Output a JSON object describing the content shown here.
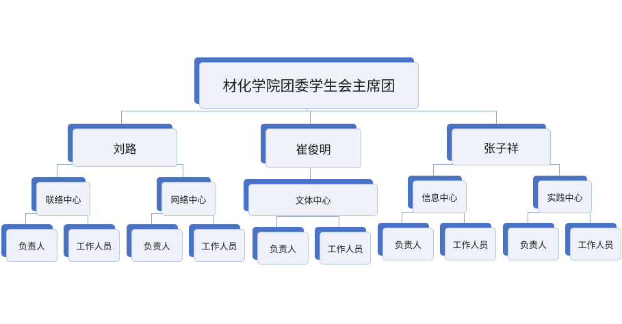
{
  "org": {
    "root": "材化学院团委学生会主席团",
    "members": [
      {
        "name": "刘路",
        "centers": [
          {
            "name": "联络中心",
            "roles": [
              "负责人",
              "工作人员"
            ]
          },
          {
            "name": "网络中心",
            "roles": [
              "负责人",
              "工作人员"
            ]
          }
        ]
      },
      {
        "name": "崔俊明",
        "centers": [
          {
            "name": "文体中心",
            "roles": [
              "负责人",
              "工作人员"
            ]
          }
        ]
      },
      {
        "name": "张子祥",
        "centers": [
          {
            "name": "信息中心",
            "roles": [
              "负责人",
              "工作人员"
            ]
          },
          {
            "name": "实践中心",
            "roles": [
              "负责人",
              "工作人员"
            ]
          }
        ]
      }
    ]
  },
  "colors": {
    "box_back": "#4a72c4",
    "box_front": "#eef1f8",
    "connector": "#8ea2c4"
  }
}
